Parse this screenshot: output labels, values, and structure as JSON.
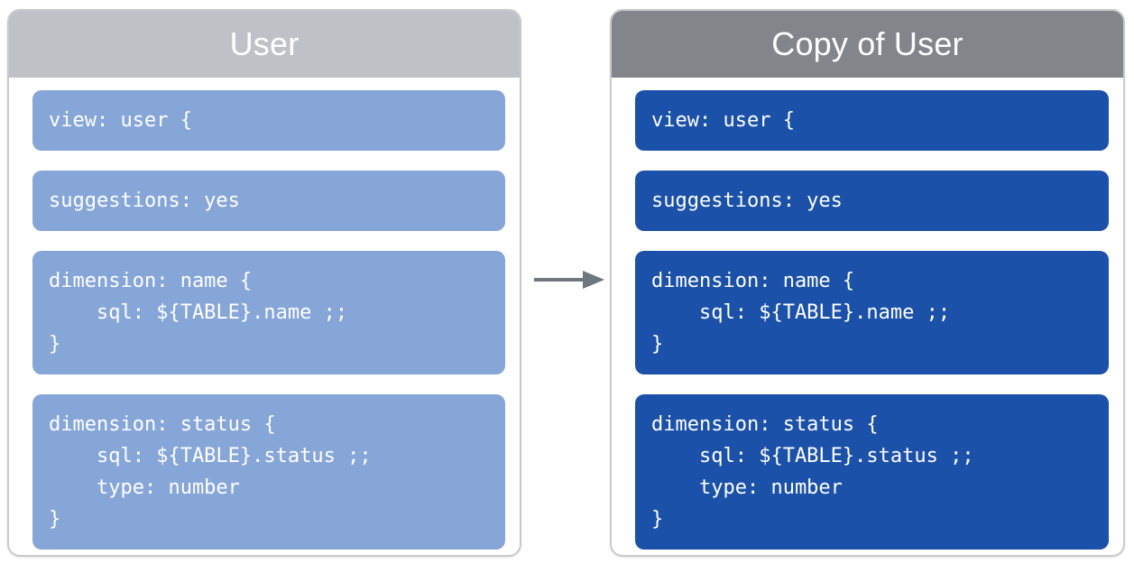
{
  "colors": {
    "source_header": "#bec2c6",
    "copy_header": "#82868b",
    "source_block": "#87a6d8",
    "copy_block": "#1b51a8",
    "panel_border": "#c8cacc",
    "arrow": "#6f767e",
    "text_on_block": "#ffffff"
  },
  "panels": {
    "source": {
      "title": "User",
      "blocks": [
        "view: user {",
        "suggestions: yes",
        "dimension: name {\n    sql: ${TABLE}.name ;;\n}",
        "dimension: status {\n    sql: ${TABLE}.status ;;\n    type: number\n}"
      ]
    },
    "copy": {
      "title": "Copy of User",
      "blocks": [
        "view: user {",
        "suggestions: yes",
        "dimension: name {\n    sql: ${TABLE}.name ;;\n}",
        "dimension: status {\n    sql: ${TABLE}.status ;;\n    type: number\n}"
      ]
    }
  },
  "connector": {
    "icon": "arrow-right-icon",
    "direction": "right",
    "label": ""
  }
}
